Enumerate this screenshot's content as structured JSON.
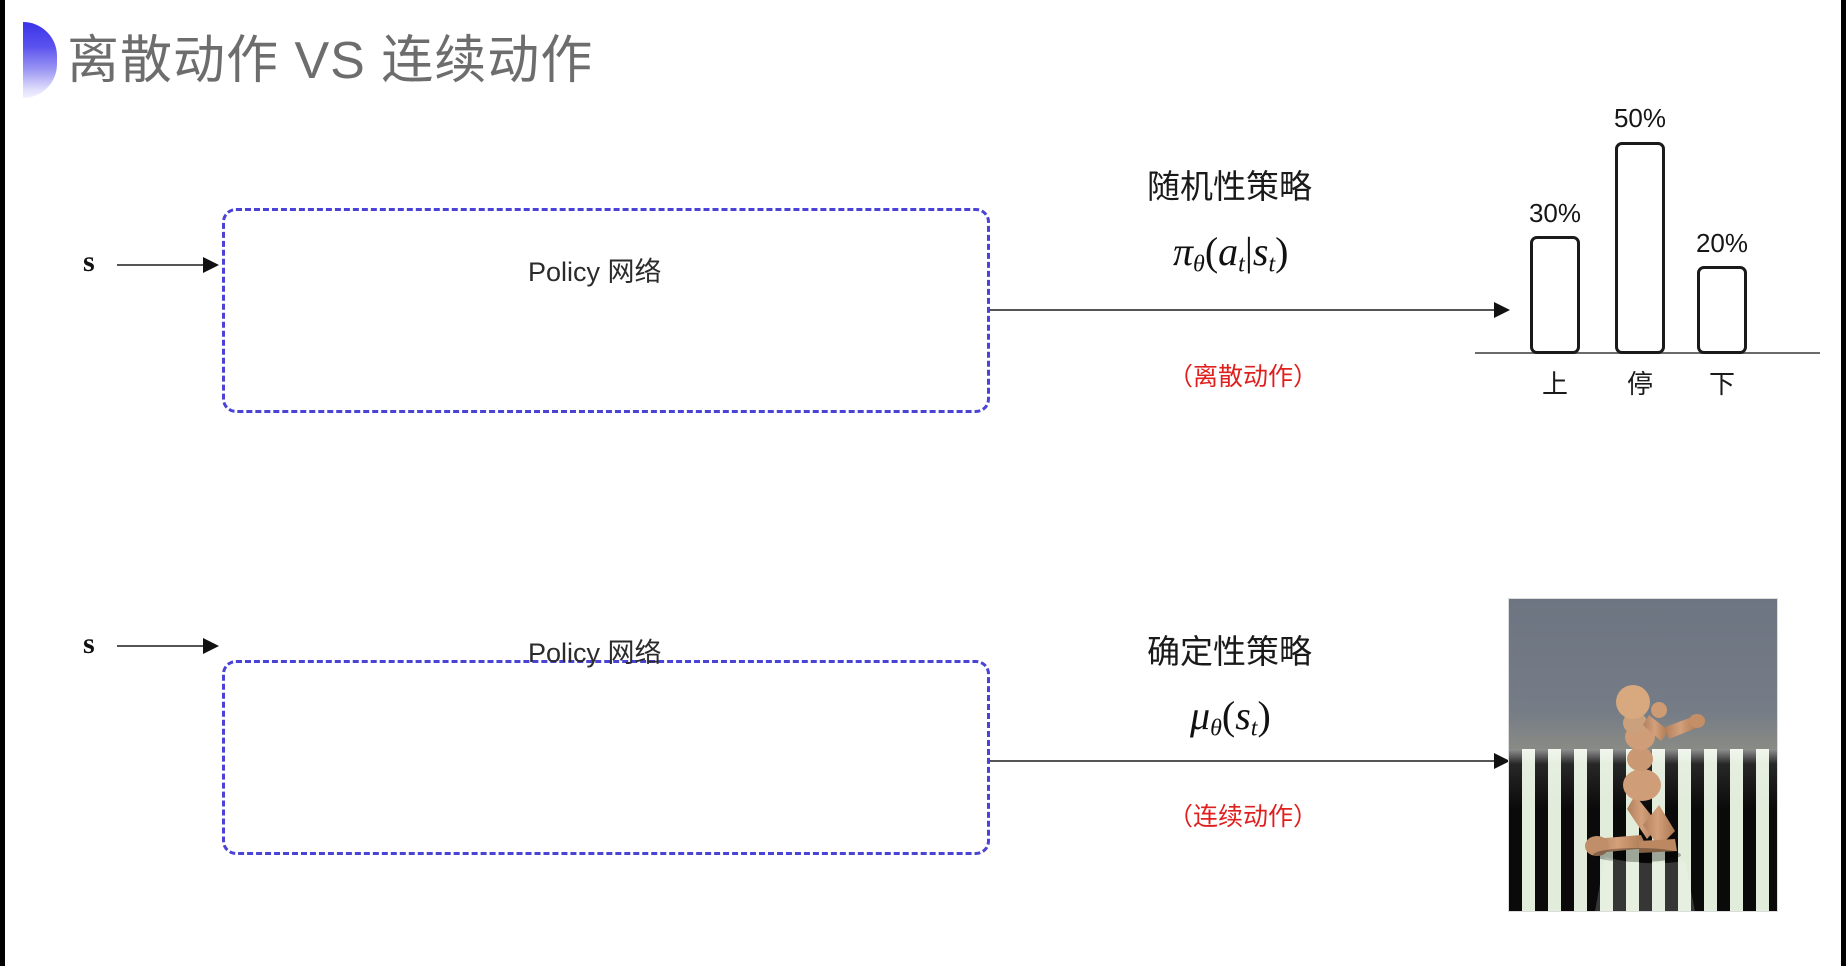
{
  "slide": {
    "title": "离散动作 VS 连续动作",
    "background_color": "#ffffff",
    "accent_color": "#4a43d6",
    "note_color": "#e01f1f",
    "title_color": "#6d6d6d"
  },
  "rows": [
    {
      "id": "discrete",
      "input_label": "s",
      "box_label": "Policy 网络",
      "policy_title": "随机性策略",
      "formula": {
        "fn": "π",
        "param": "θ",
        "open": "(",
        "arg1": "a",
        "arg1_sub": "t",
        "bar": "|",
        "arg2": "s",
        "arg2_sub": "t",
        "close": ")"
      },
      "note": "（离散动作）"
    },
    {
      "id": "continuous",
      "input_label": "s",
      "box_label": "Policy 网络",
      "policy_title": "确定性策略",
      "formula": {
        "fn": "μ",
        "param": "θ",
        "open": "(",
        "arg1": "s",
        "arg1_sub": "t",
        "close": ")"
      },
      "note": "（连续动作）"
    }
  ],
  "chart_data": {
    "type": "bar",
    "title": "",
    "categories": [
      "上",
      "停",
      "下"
    ],
    "values": [
      30,
      50,
      20
    ],
    "value_labels": [
      "30%",
      "50%",
      "20%"
    ],
    "xlabel": "",
    "ylabel": "",
    "ylim": [
      0,
      55
    ],
    "grid": false,
    "legend": "none",
    "bar_fill": "#ffffff",
    "bar_stroke": "#1a1a1a"
  },
  "humanoid": {
    "caption": "",
    "sky_color": "#6f7683",
    "body_color": "#c99873",
    "floor_light": "#dfe9d8",
    "floor_dark": "#0a0a0a"
  }
}
